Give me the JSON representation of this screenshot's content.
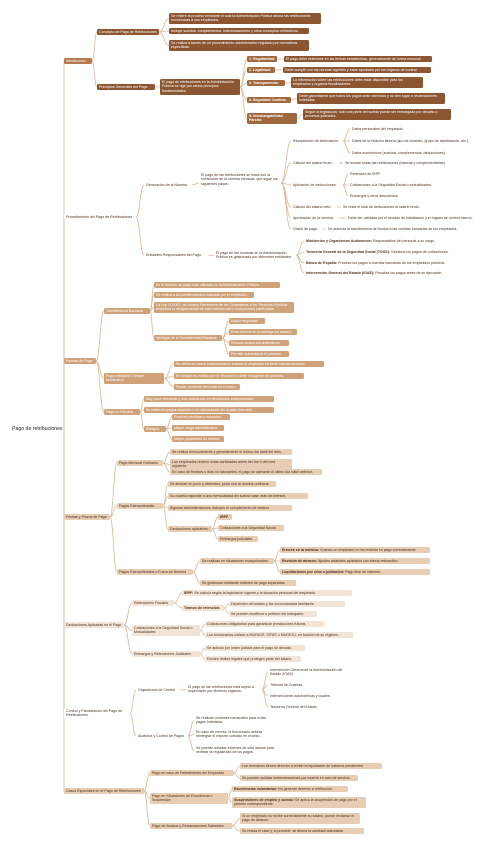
{
  "root": "Pago de retribuciones",
  "colors": {
    "line": "#d9b897",
    "dark": "#8d5633",
    "accent": "#b57a4e"
  },
  "intro": {
    "title": "Introducción",
    "concepto": "Concepto de Pago de Retribuciones",
    "concepto_items": [
      "Se refiere al proceso mediante el cual la Administración Pública abona las retribuciones económicas a sus empleados.",
      "Incluye sueldos, complementos, indemnizaciones y otros conceptos retributivos.",
      "Se realiza a través de un procedimiento administrativo regulado por normativas específicas."
    ],
    "principios": "Principios Generales del Pago",
    "principios_desc": "El pago de retribuciones en la Administración Pública se rige por varios principios fundamentales:",
    "principios_items": [
      {
        "label": "1.  Regularidad:",
        "text": "El pago debe realizarse en las fechas establecidas, generalmente de forma mensual."
      },
      {
        "label": "2.  Legalidad:",
        "text": "Debe cumplir con las normas vigentes y estar aprobado por los órganos de control."
      },
      {
        "label": "3.  Transparencia:",
        "text": "La información sobre las retribuciones debe estar disponible para los empleados y órganos fiscalizadores."
      },
      {
        "label": "4.  Seguridad Jurídica:",
        "text": "Debe garantizarse que todos los pagos sean correctos y no den lugar a reclamaciones indebidas."
      },
      {
        "label": "5.  Inembargabilidad Parcial:",
        "text": "Según la legislación, solo una parte del sueldo puede ser embargada por deudas o procesos judiciales."
      }
    ]
  },
  "procedimiento": {
    "title": "Procedimiento del Pago de Retribuciones",
    "generacion": "Generación de la Nómina",
    "generacion_desc": "El pago de las retribuciones se inicia con la confección de la nómina mensual, que sigue los siguientes pasos:",
    "recopilacion": "Recopilación de información:",
    "recopilacion_items": [
      "Datos personales del empleado.",
      "Datos de la relación laboral (tipo de contrato, grupo de clasificación, etc.).",
      "Datos económicos (sueldos, complementos, deducciones)."
    ],
    "calculo_bruto": "Cálculo del salario bruto:",
    "calculo_bruto_text": "Se suman todas las retribuciones (básicas y complementarias).",
    "deducciones": "Aplicación de deducciones:",
    "deducciones_items": [
      "Retención de IRPF.",
      "Cotizaciones a la Seguridad Social o mutualidades.",
      "Embargos y otros descuentos."
    ],
    "calculo_neto": "Cálculo del salario neto:",
    "calculo_neto_text": "Se resta el total de deducciones al salario bruto.",
    "aprobacion": "Aprobación de la nómina:",
    "aprobacion_text": "Debe ser validada por el servicio de habilitación y el órgano de control interno.",
    "orden": "Orden de pago:",
    "orden_text": "Se autoriza la transferencia de fondos a las cuentas bancarias de los empleados.",
    "entidades": "Entidades Responsables del Pago",
    "entidades_desc": "El pago de las nóminas en la Administración Pública es gestionado por diferentes entidades:",
    "entidades_items": [
      {
        "label": "Ministerios y Organismos Autónomos:",
        "text": "Responsables del personal a su cargo."
      },
      {
        "label": "Tesorería General de la Seguridad Social (TGSS):",
        "text": "Gestiona los pagos de cotizaciones."
      },
      {
        "label": "Banco de España:",
        "text": "Procesa los pagos a cuentas bancarias de los empleados públicos."
      },
      {
        "label": "Intervención General del Estado (IGAE):",
        "text": "Fiscaliza los pagos antes de su ejecución."
      }
    ]
  },
  "formas": {
    "title": "Formas de Pago",
    "transferencia": "Transferencia Bancaria",
    "transferencia_items": [
      "Es el método de pago más utilizado en la Administración Pública.",
      "Se realiza a la cuenta bancaria indicada por el empleado.",
      "La Ley 11/2007, de Acceso Electrónico de los Ciudadanos a los Servicios Públicos establece la obligatoriedad de este método salvo excepciones justificadas."
    ],
    "ventajas": "Ventajas de la Transferencia Bancaria",
    "ventajas_items": [
      "Mayor seguridad.",
      "Evita errores en la entrega del salario.",
      "Reduce costes administrativos.",
      "Permite automatizar el proceso."
    ],
    "cheque": "Pago mediante Cheque Nominativo",
    "cheque_items": [
      "Se utiliza en casos excepcionales, cuando el empleado no tiene cuenta bancaria.",
      "El cheque es emitido por la Tesorería y debe recogerse en persona.",
      "Puede conllevar demoras en el cobro."
    ],
    "efectivo": "Pago en Efectivo",
    "efectivo_items": [
      "Muy poco frecuente y solo autorizado en situaciones excepcionales.",
      "Se utiliza en pagos urgentes o en ubicaciones sin acceso bancario."
    ],
    "riesgos": "Riesgos:",
    "riesgos_items": [
      "Posibles pérdidas o extravíos.",
      "Mayor carga administrativa.",
      "Mayor posibilidad de errores."
    ]
  },
  "fechas": {
    "title": "Fechas y Plazos de Pago",
    "mensual": "Pago Mensual Ordinario",
    "mensual_items": [
      "Se realiza mensualmente y generalmente el último día hábil del mes.",
      "Los empleados reciben estas cantidades antes del día 5 del mes siguiente.",
      "En caso de festivos o días no laborables, el pago se adelanta al último día hábil anterior."
    ],
    "extras": "Pagas Extraordinarias",
    "extras_items": [
      "Se abonan en junio y diciembre, junto con la nómina ordinaria.",
      "Su cuantía equivale a una mensualidad del sueldo base más los trienios.",
      "Algunas administraciones incluyen el complemento de destino."
    ],
    "deducciones_aplicables": "Deducciones aplicables:",
    "deducciones_aplicables_items": [
      "IRPF.",
      "Cotizaciones a la Seguridad Social.",
      "Embargos judiciales."
    ],
    "fuera": "Pagos Extraordinarios o Fuera de Nómina",
    "fuera_desc": "Se realizan en situaciones excepcionales:",
    "fuera_items": [
      {
        "label": "Errores en la nómina:",
        "text": "Cuando un empleado no ha recibido su pago correctamente."
      },
      {
        "label": "Revisión de atrasos:",
        "text": "Ajustes salariales aplicados con efecto retroactivo."
      },
      {
        "label": "Liquidaciones por cese o jubilación:",
        "text": "Pago final de haberes."
      }
    ],
    "fuera_extra": "Se gestionan mediante órdenes de pago separadas."
  },
  "deducciones": {
    "title": "Deducciones Aplicadas en el Pago",
    "retenciones": "Retenciones Fiscales",
    "irpf": {
      "label": "IRPF:",
      "text": "Se calcula según la legislación vigente y la situación personal del empleado."
    },
    "tramos": "Tramos de retención:",
    "tramos_items": [
      "Dependen del salario y las circunstancias familiares.",
      "Se pueden modificar a petición del trabajador."
    ],
    "cotizaciones": "Cotizaciones a la Seguridad Social o Mutualidades",
    "cotizaciones_items": [
      "Cotizaciones obligatorias para garantizar prestaciones futuras.",
      "Los funcionarios cotizan a MUFACE, ISFAS o MUGEJU, en función de su régimen."
    ],
    "embargos": "Embargos y Retenciones Judiciales",
    "embargos_items": [
      "Se aplican por orden judicial para el pago de deudas.",
      "Existen límites legales que protegen parte del salario."
    ]
  },
  "control": {
    "title": "Control y Fiscalización del Pago de Retribuciones",
    "organismos": "Organismos de Control",
    "organismos_desc": "El pago de las retribuciones está sujeto a supervisión por diversos órganos:",
    "organismos_items": [
      "Intervención General de la Administración del Estado (IGAE).",
      "Tribunal de Cuentas.",
      "Intervenciones autonómicas y locales.",
      "Tesorería General del Estado."
    ],
    "auditoria": "Auditoría y Control de Pagos",
    "auditoria_items": [
      "Se realizan controles mensuales para evitar pagos indebidos.",
      "En caso de errores, el funcionario deberá reintegrar el importe cobrado en exceso.",
      "Se pueden solicitar informes de vida laboral para verificar la regularidad de los pagos."
    ]
  },
  "casos": {
    "title": "Casos Especiales en el Pago de Retribuciones",
    "fallecimiento": "Pago en caso de Fallecimiento del Empleado",
    "fallecimiento_items": [
      "Los herederos tienen derecho a recibir la liquidación de haberes pendientes.",
      "Se pueden solicitar indemnizaciones por muerte en acto de servicio."
    ],
    "excedencia": "Pago en Situaciones de Excedencia o Suspensión",
    "excedencia_items": [
      {
        "label": "Excedencias voluntarias:",
        "text": "No generan derecho a retribución."
      },
      {
        "label": "Suspensiones de empleo y sueldo:",
        "text": "Se aplica la suspensión de pago por el periodo correspondiente."
      }
    ],
    "atrasos": "Pago de Atrasos y Reclamaciones Salariales",
    "atrasos_items": [
      "Si un empleado no recibe correctamente su salario, puede reclamar el pago de atrasos.",
      "Se revisa el caso y, si procede, se abona la cantidad adeudada."
    ]
  }
}
